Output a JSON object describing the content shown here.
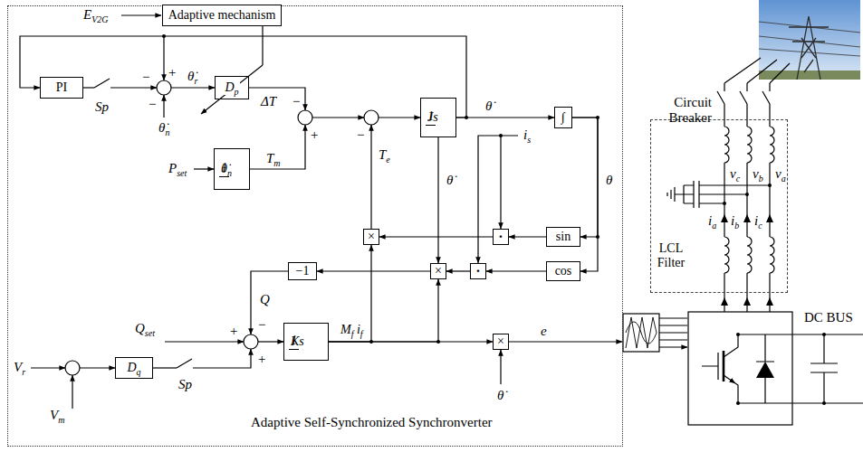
{
  "diagram": {
    "nodes": [
      {
        "text": [
          "Adaptive Self-Synchronized Synchronverter"
        ]
      },
      {
        "text": [
          "Adaptive mechanism"
        ],
        "in": 0
      },
      {
        "text": [
          "PI"
        ],
        "in": 0
      },
      {
        "text": [
          "Dp"
        ],
        "in": 0
      },
      {
        "text": [
          "1",
          "Js"
        ],
        "in": 0
      },
      {
        "text": [
          "∫"
        ],
        "in": 0
      },
      {
        "text": [
          "1",
          "θ̇n"
        ],
        "in": 0
      },
      {
        "text": [
          "×"
        ],
        "in": 0
      },
      {
        "text": [
          "·"
        ],
        "in": 0
      },
      {
        "text": [
          "sin"
        ],
        "in": 0
      },
      {
        "text": [
          "−1"
        ],
        "in": 0
      },
      {
        "text": [
          "×"
        ],
        "in": 0
      },
      {
        "text": [
          "·"
        ],
        "in": 0
      },
      {
        "text": [
          "cos"
        ],
        "in": 0
      },
      {
        "text": [
          "1",
          "Ks"
        ],
        "in": 0
      },
      {
        "text": [
          "×"
        ],
        "in": 0
      },
      {
        "text": [
          "Dq"
        ],
        "in": 0
      },
      {
        "text": [
          "LCL Filter"
        ]
      }
    ],
    "edges": [
      {
        "from": 4,
        "to": 5,
        "arrow": "to"
      },
      {
        "from": 4,
        "to": 2,
        "arrow": "to"
      },
      {
        "from": 4,
        "to": 11,
        "arrow": "to"
      },
      {
        "from": 5,
        "to": 9,
        "arrow": "to"
      },
      {
        "from": 5,
        "to": 13,
        "arrow": "to"
      },
      {
        "from": 9,
        "to": 8,
        "arrow": "to"
      },
      {
        "from": 13,
        "to": 12,
        "arrow": "to"
      },
      {
        "from": 8,
        "to": 7,
        "arrow": "to"
      },
      {
        "from": 12,
        "to": 11,
        "arrow": "to"
      },
      {
        "from": 11,
        "to": 10,
        "arrow": "to"
      },
      {
        "from": 14,
        "to": 7,
        "arrow": "to"
      },
      {
        "from": 14,
        "to": 11,
        "arrow": "to"
      },
      {
        "from": 14,
        "to": 15,
        "arrow": "to",
        "label": "Mf if"
      }
    ],
    "labels": [
      "EV2G",
      "+",
      "θ̇r",
      "Sp",
      "−",
      "−",
      "θ̇n",
      "ΔT",
      "−",
      "Tm",
      "+",
      "−",
      "Te",
      "θ̇",
      "Pset",
      "is",
      "θ̇",
      "θ",
      "−",
      "Q",
      "Qset",
      "+",
      "e",
      "θ̇",
      "Vr",
      "Vm",
      "Sp",
      "+",
      "Circuit Breaker",
      "va",
      "vb",
      "vc",
      "ia",
      "ib",
      "ic",
      "DC BUS"
    ]
  }
}
